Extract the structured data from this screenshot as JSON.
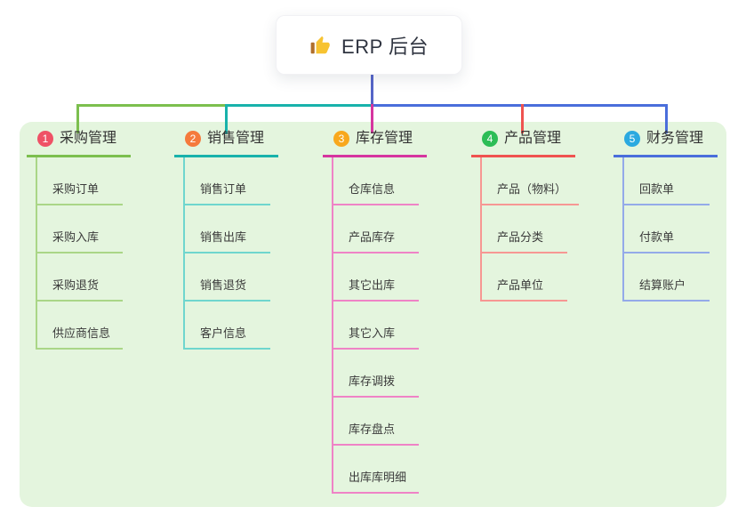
{
  "root": {
    "title": "ERP 后台",
    "icon": "thumbs-up-icon"
  },
  "panel": {
    "background": "#e4f5de"
  },
  "connectors": {
    "root_line": "#5565c8"
  },
  "branches": [
    {
      "badge": "1",
      "label": "采购管理",
      "badge_color": "#ef5166",
      "line_color": "#7cbf4e",
      "light_color": "#aad687",
      "children": [
        "采购订单",
        "采购入库",
        "采购退货",
        "供应商信息"
      ]
    },
    {
      "badge": "2",
      "label": "销售管理",
      "badge_color": "#f57a3c",
      "line_color": "#18b2ab",
      "light_color": "#6fd6ce",
      "children": [
        "销售订单",
        "销售出库",
        "销售退货",
        "客户信息"
      ]
    },
    {
      "badge": "3",
      "label": "库存管理",
      "badge_color": "#f8a81d",
      "line_color": "#d6359f",
      "light_color": "#ef83c6",
      "children": [
        "仓库信息",
        "产品库存",
        "其它出库",
        "其它入库",
        "库存调拨",
        "库存盘点",
        "出库库明细"
      ]
    },
    {
      "badge": "4",
      "label": "产品管理",
      "badge_color": "#2cbd56",
      "line_color": "#ef5350",
      "light_color": "#f79793",
      "children": [
        "产品（物料）",
        "产品分类",
        "产品单位"
      ]
    },
    {
      "badge": "5",
      "label": "财务管理",
      "badge_color": "#2ba9e0",
      "line_color": "#4a6edb",
      "light_color": "#94aae9",
      "children": [
        "回款单",
        "付款单",
        "结算账户"
      ]
    }
  ]
}
